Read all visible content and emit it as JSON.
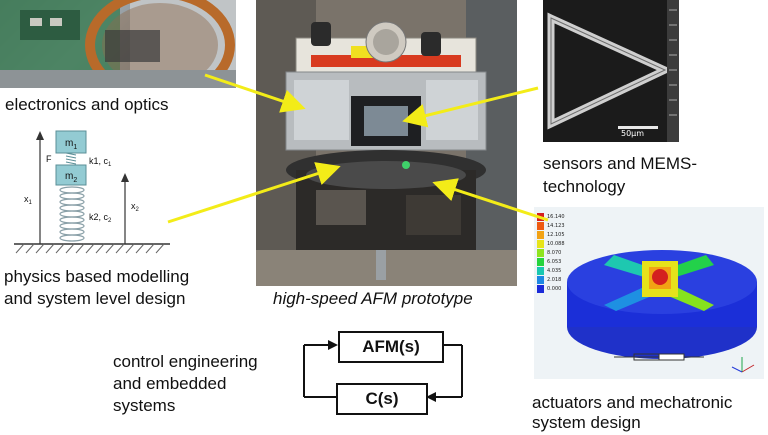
{
  "labels": {
    "electronics": "electronics and optics",
    "physics_line1": "physics based modelling",
    "physics_line2": "and system level design",
    "caption": "high-speed AFM prototype",
    "control_line1": "control engineering",
    "control_line2": "and embedded",
    "control_line3": "systems",
    "sensors_line1": "sensors and MEMS-",
    "sensors_line2": "technology",
    "actuators_line1": "actuators and mechatronic",
    "actuators_line2": "system design"
  },
  "blocks": {
    "afm": "AFM(s)",
    "controller": "C(s)"
  },
  "mass_spring": {
    "m1": "m",
    "m1_sub": "1",
    "m2": "m",
    "m2_sub": "2",
    "force": "F",
    "k1c1": "k",
    "k1c1_rest": "1, c",
    "k1c1_sub": "1",
    "k2c2": "k",
    "k2c2_rest": "2, c",
    "k2c2_sub": "2",
    "x1": "x",
    "x1_sub": "1",
    "x2": "x",
    "x2_sub": "2"
  },
  "sem": {
    "scale_bar": "50µm"
  },
  "fem": {
    "legend_values": [
      "16.140",
      "14.123",
      "12.105",
      "10.088",
      "8.070",
      "6.053",
      "4.035",
      "2.018",
      "0.000"
    ],
    "legend_colors": [
      "#d41f1f",
      "#ee5a12",
      "#f2a214",
      "#e7e41b",
      "#8fe41e",
      "#26d43d",
      "#19c8b0",
      "#1d88e2",
      "#1a2ad8"
    ]
  },
  "colors": {
    "arrow": "#f3ec18",
    "fem_blue": "#1b2fd8"
  }
}
